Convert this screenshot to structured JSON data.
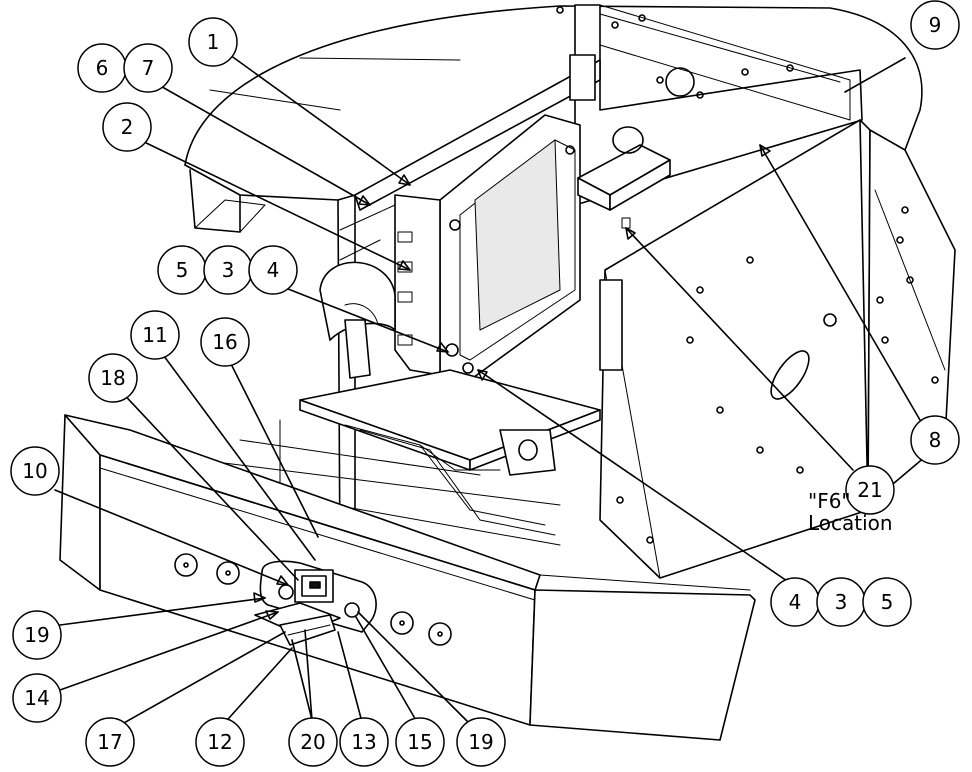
{
  "callouts": {
    "c1": "1",
    "c2": "2",
    "c3a": "3",
    "c4a": "4",
    "c5a": "5",
    "c6": "6",
    "c7": "7",
    "c8": "8",
    "c9": "9",
    "c10": "10",
    "c11": "11",
    "c12": "12",
    "c13": "13",
    "c14": "14",
    "c15": "15",
    "c16": "16",
    "c17": "17",
    "c18": "18",
    "c19a": "19",
    "c19b": "19",
    "c20": "20",
    "c21": "21",
    "c4b": "4",
    "c3b": "3",
    "c5b": "5"
  },
  "note": {
    "line1": "\"F6\"",
    "line2": "Location"
  }
}
